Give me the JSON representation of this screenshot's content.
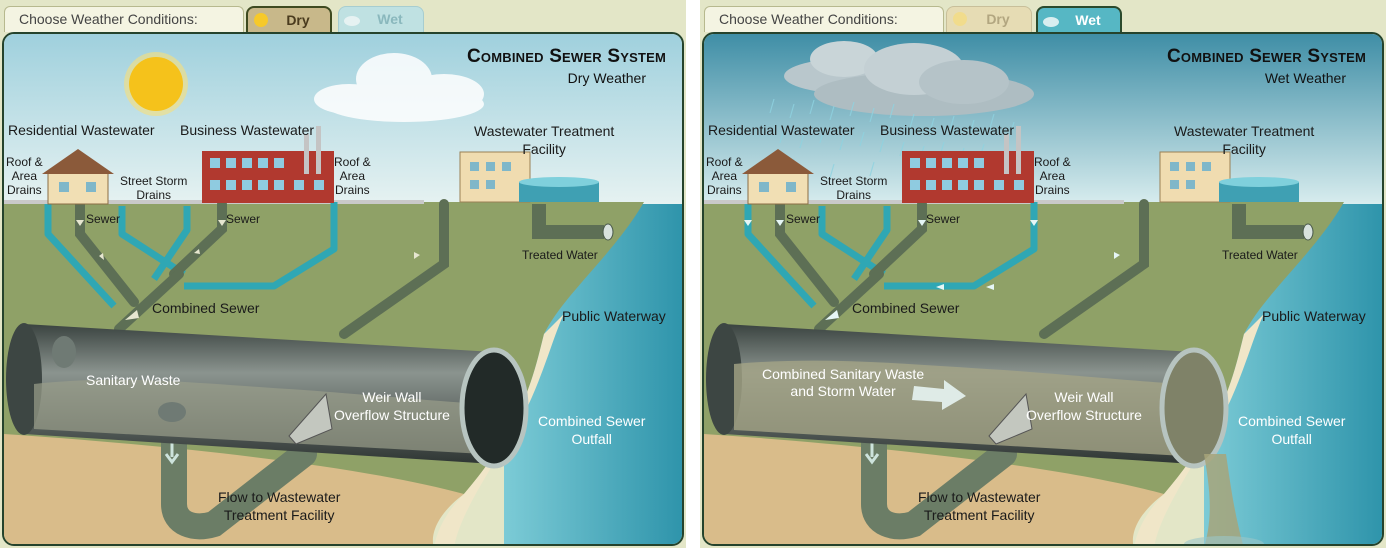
{
  "tabs": {
    "choose_label": "Choose Weather Conditions:",
    "dry_label": "Dry",
    "wet_label": "Wet"
  },
  "colors": {
    "pipe_storm": "#2fa7b4",
    "pipe_sewer": "#5d6f55",
    "water": "#4fb3c4",
    "ground": "#8fa167"
  },
  "dry": {
    "title": "Combined Sewer System",
    "subtitle": "Dry Weather",
    "labels": {
      "residential": "Residential Wastewater",
      "business": "Business Wastewater",
      "treatment": "Wastewater Treatment\nFacility",
      "roof_left": "Roof &\nArea\nDrains",
      "roof_right": "Roof &\nArea\nDrains",
      "street_storm": "Street Storm\nDrains",
      "sewer_left": "Sewer",
      "sewer_right": "Sewer",
      "treated_water": "Treated Water",
      "combined_sewer": "Combined Sewer",
      "public_waterway": "Public Waterway",
      "pipe_content": "Sanitary Waste",
      "weir": "Weir Wall\nOverflow Structure",
      "outfall": "Combined Sewer\nOutfall",
      "flow": "Flow to Wastewater\nTreatment Facility"
    }
  },
  "wet": {
    "title": "Combined Sewer System",
    "subtitle": "Wet Weather",
    "labels": {
      "residential": "Residential Wastewater",
      "business": "Business Wastewater",
      "treatment": "Wastewater Treatment\nFacility",
      "roof_left": "Roof &\nArea\nDrains",
      "roof_right": "Roof &\nArea\nDrains",
      "street_storm": "Street Storm\nDrains",
      "sewer_left": "Sewer",
      "sewer_right": "Sewer",
      "treated_water": "Treated Water",
      "combined_sewer": "Combined Sewer",
      "public_waterway": "Public Waterway",
      "pipe_content": "Combined Sanitary Waste\nand Storm Water",
      "weir": "Weir Wall\nOverflow Structure",
      "outfall": "Combined Sewer\nOutfall",
      "flow": "Flow to Wastewater\nTreatment Facility"
    }
  }
}
